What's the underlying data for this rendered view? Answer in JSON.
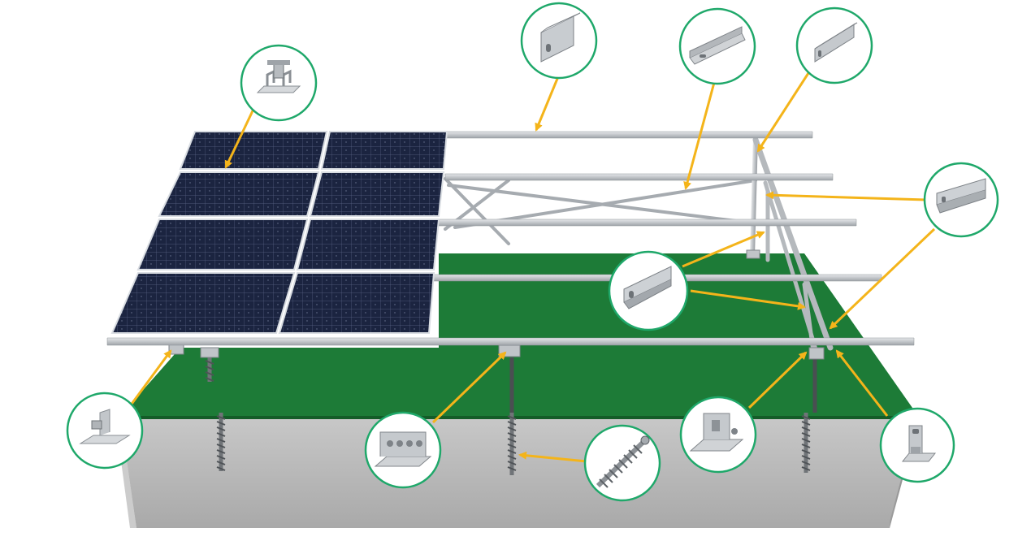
{
  "diagram": {
    "kind": "ground-mount solar PV structure with component callouts",
    "colors": {
      "ground_green": "#1c7a36",
      "soil_gray": "#b8b8b8",
      "rail_silver": "#c9cdd1",
      "panel_dark": "#1a2238",
      "arrow_orange": "#f4b41a",
      "callout_ring": "#1fa86a"
    },
    "panels": {
      "rows": 4,
      "columns": 2
    },
    "ground_screws_visible": 4,
    "callouts": [
      {
        "id": "mid-clamp",
        "icon": "mid-clamp-icon"
      },
      {
        "id": "main-rail-top",
        "icon": "c-channel-rail-icon"
      },
      {
        "id": "diagonal-brace",
        "icon": "angle-brace-icon"
      },
      {
        "id": "rear-leg-rail",
        "icon": "slotted-rail-icon"
      },
      {
        "id": "rear-post-rail",
        "icon": "c-profile-long-icon"
      },
      {
        "id": "cross-beam",
        "icon": "c-profile-short-icon"
      },
      {
        "id": "end-clamp",
        "icon": "end-clamp-icon"
      },
      {
        "id": "post-connector",
        "icon": "l-bracket-bolts-icon"
      },
      {
        "id": "ground-screw",
        "icon": "ground-screw-icon"
      },
      {
        "id": "rear-base-connector",
        "icon": "rear-bracket-icon"
      },
      {
        "id": "corner-connector",
        "icon": "small-l-bracket-icon"
      }
    ]
  }
}
